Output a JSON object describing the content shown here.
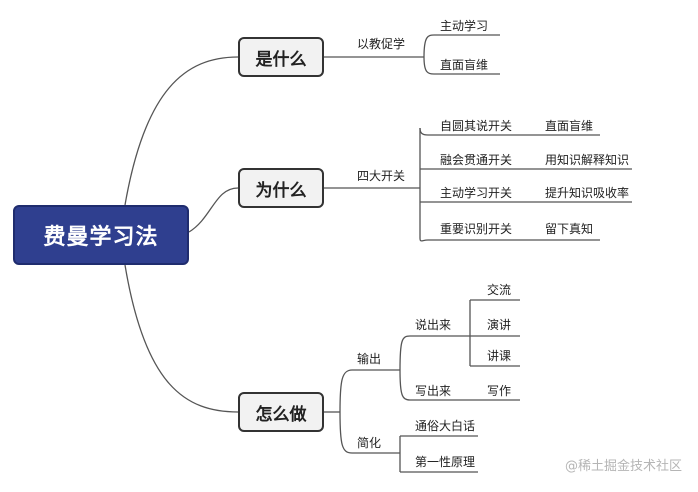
{
  "root": "费曼学习法",
  "branches": {
    "what": {
      "label": "是什么",
      "sub": "以教促学",
      "items": [
        "主动学习",
        "直面盲维"
      ]
    },
    "why": {
      "label": "为什么",
      "sub": "四大开关",
      "switches": [
        {
          "name": "自圆其说开关",
          "effect": "直面盲维"
        },
        {
          "name": "融会贯通开关",
          "effect": "用知识解释知识"
        },
        {
          "name": "主动学习开关",
          "effect": "提升知识吸收率"
        },
        {
          "name": "重要识别开关",
          "effect": "留下真知"
        }
      ]
    },
    "how": {
      "label": "怎么做",
      "output": {
        "label": "输出",
        "speak": {
          "label": "说出来",
          "items": [
            "交流",
            "演讲",
            "讲课"
          ]
        },
        "write": {
          "label": "写出来",
          "item": "写作"
        }
      },
      "simplify": {
        "label": "简化",
        "items": [
          "通俗大白话",
          "第一性原理"
        ]
      }
    }
  },
  "watermark": "@稀土掘金技术社区",
  "colors": {
    "root_fill": "#2f3f8f",
    "node_fill": "#f2f2f2",
    "line": "#555555"
  }
}
